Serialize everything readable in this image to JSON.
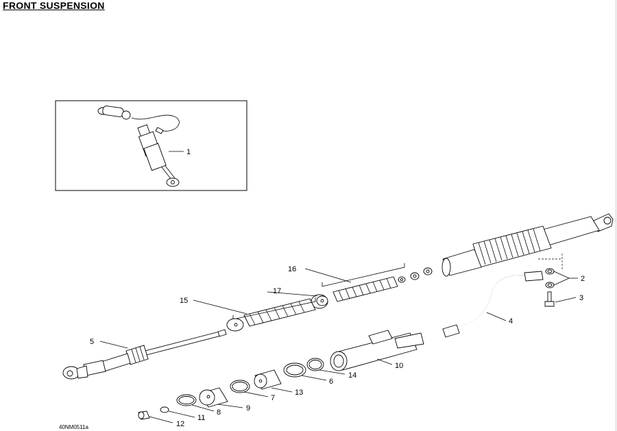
{
  "title": "FRONT SUSPENSION",
  "drawing_code": "40NM0511a",
  "callouts": {
    "c1": "1",
    "c2": "2",
    "c3": "3",
    "c4": "4",
    "c5": "5",
    "c6": "6",
    "c7": "7",
    "c8": "8",
    "c9": "9",
    "c10": "10",
    "c11": "11",
    "c12": "12",
    "c13": "13",
    "c14": "14",
    "c15": "15",
    "c16": "16",
    "c17": "17"
  }
}
